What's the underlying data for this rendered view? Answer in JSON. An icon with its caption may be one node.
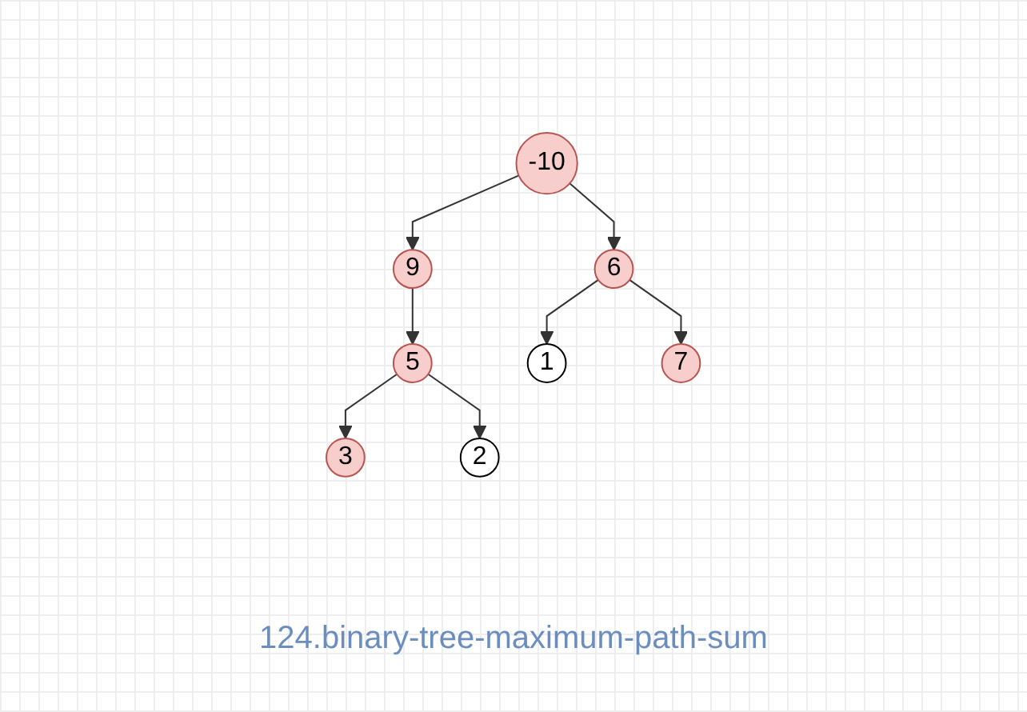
{
  "diagram": {
    "caption": "124.binary-tree-maximum-path-sum",
    "nodes": [
      {
        "text": [
          "-10"
        ]
      },
      {
        "text": [
          "9"
        ]
      },
      {
        "text": [
          "6"
        ]
      },
      {
        "text": [
          "5"
        ]
      },
      {
        "text": [
          "1"
        ]
      },
      {
        "text": [
          "7"
        ]
      },
      {
        "text": [
          "3"
        ]
      },
      {
        "text": [
          "2"
        ]
      }
    ],
    "edges": [
      {
        "from": 0,
        "to": 1,
        "arrow": "to"
      },
      {
        "from": 0,
        "to": 2,
        "arrow": "to"
      },
      {
        "from": 1,
        "to": 3,
        "arrow": "to"
      },
      {
        "from": 2,
        "to": 4,
        "arrow": "to"
      },
      {
        "from": 2,
        "to": 5,
        "arrow": "to"
      },
      {
        "from": 3,
        "to": 6,
        "arrow": "to"
      },
      {
        "from": 3,
        "to": 7,
        "arrow": "to"
      }
    ]
  }
}
